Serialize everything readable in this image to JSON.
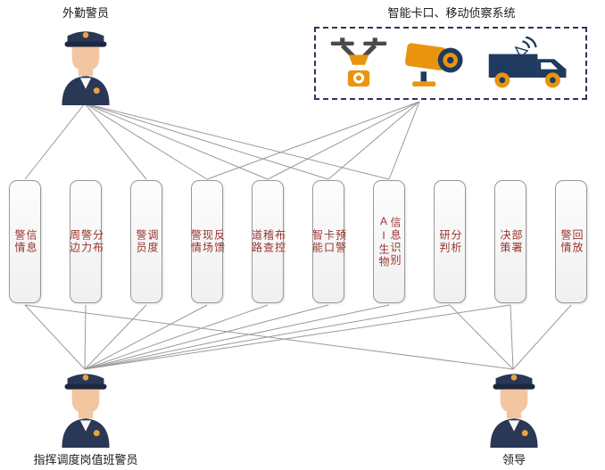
{
  "actors": {
    "field_officer": {
      "label": "外勤警员"
    },
    "dispatcher": {
      "label": "指挥调度岗值班警员"
    },
    "leader": {
      "label": "领导"
    }
  },
  "system": {
    "label": "智能卡口、移动侦察系统",
    "icons": [
      {
        "name": "drone-icon"
      },
      {
        "name": "cctv-camera-icon"
      },
      {
        "name": "satellite-truck-icon"
      }
    ]
  },
  "use_cases": [
    {
      "label": "警情信息",
      "display": "警情\n信息"
    },
    {
      "label": "周边警力分布",
      "display": "周边\n警力\n分布"
    },
    {
      "label": "警员调度",
      "display": "警员\n调度"
    },
    {
      "label": "警情现场反馈",
      "display": "警情\n现场\n反馈"
    },
    {
      "label": "道路稽查布控",
      "display": "道路\n稽查\n布控"
    },
    {
      "label": "智能卡口预警",
      "display": "智能\n卡口\n预警"
    },
    {
      "label": "AI生物信息识别",
      "display": "AI生物\n信息识别"
    },
    {
      "label": "研判分析",
      "display": "研判\n分析"
    },
    {
      "label": "决策部署",
      "display": "决策\n部署"
    },
    {
      "label": "警情回放",
      "display": "警情\n回放"
    }
  ],
  "connections": {
    "field_officer": [
      0,
      2,
      3,
      4,
      5,
      6
    ],
    "system": [
      3,
      4,
      5,
      6
    ],
    "dispatcher": [
      0,
      1,
      2,
      3,
      4,
      5,
      6,
      7,
      8
    ],
    "leader": [
      0,
      7,
      8,
      9
    ]
  },
  "colors": {
    "accent_orange": "#E8940F",
    "navy": "#1F3A5F",
    "uniform_navy": "#2A3755",
    "connector_line": "#9A9A9A",
    "box_border": "#999999",
    "box_text": "#9A322B",
    "label_text": "#1A1A1A"
  }
}
